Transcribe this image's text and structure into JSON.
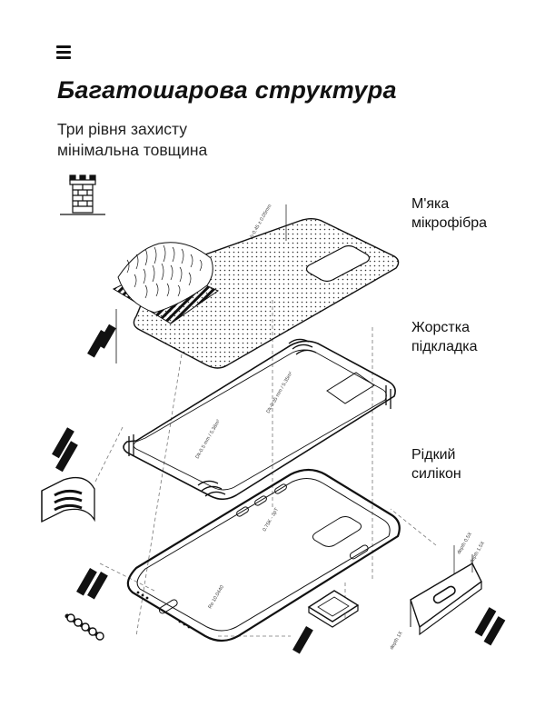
{
  "header": {
    "title": "Багатошарова структура",
    "subtitle_line1": "Три рівня захисту",
    "subtitle_line2": "мінімальна товщина"
  },
  "layers": [
    {
      "line1": "М'яка",
      "line2": "мікрофібра"
    },
    {
      "line1": "Жорстка",
      "line2": "підкладка"
    },
    {
      "line1": "Рідкий",
      "line2": "силікон"
    }
  ],
  "icons": {
    "menu": "menu-icon",
    "tower": "tower-icon"
  },
  "colors": {
    "ink": "#111111",
    "background": "#ffffff"
  }
}
